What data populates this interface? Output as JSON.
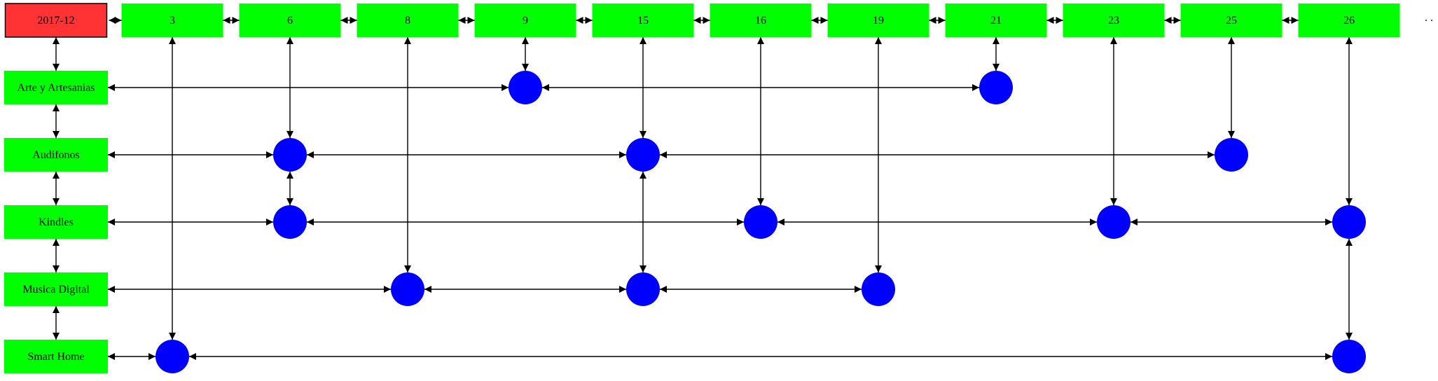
{
  "month": {
    "label": "2017-12",
    "color": "#ff3333"
  },
  "days": [
    "3",
    "6",
    "8",
    "9",
    "15",
    "16",
    "19",
    "21",
    "23",
    "25",
    "26"
  ],
  "categories": [
    "Arte y Artesanias",
    "Audifonos",
    "Kindles",
    "Musica Digital",
    "Smart Home"
  ],
  "nodes": [
    {
      "category": "Arte y Artesanias",
      "day": "9"
    },
    {
      "category": "Arte y Artesanias",
      "day": "21"
    },
    {
      "category": "Audifonos",
      "day": "6"
    },
    {
      "category": "Audifonos",
      "day": "15"
    },
    {
      "category": "Audifonos",
      "day": "25"
    },
    {
      "category": "Kindles",
      "day": "6"
    },
    {
      "category": "Kindles",
      "day": "16"
    },
    {
      "category": "Kindles",
      "day": "23"
    },
    {
      "category": "Kindles",
      "day": "26"
    },
    {
      "category": "Musica Digital",
      "day": "8"
    },
    {
      "category": "Musica Digital",
      "day": "15"
    },
    {
      "category": "Musica Digital",
      "day": "19"
    },
    {
      "category": "Smart Home",
      "day": "3"
    },
    {
      "category": "Smart Home",
      "day": "26"
    }
  ],
  "ellipsis": ". .",
  "colors": {
    "box": "#00ff00",
    "node": "#0000ff",
    "edge": "#000000"
  }
}
